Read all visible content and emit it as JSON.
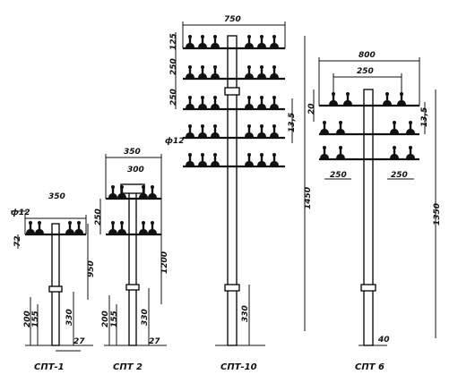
{
  "poles": [
    {
      "caption": "СПТ-1",
      "dims": {
        "width": "350",
        "bolt": "ф12",
        "gap": "72",
        "height": "950",
        "base": "200",
        "base2": "155",
        "low": "330",
        "foot": "27"
      }
    },
    {
      "caption": "СПТ 2",
      "dims": {
        "width": "350",
        "box": "300",
        "spacing": "250",
        "height": "1200",
        "base": "200",
        "base2": "155",
        "low": "330",
        "foot": "27"
      }
    },
    {
      "caption": "СПТ-10",
      "dims": {
        "width": "750",
        "top": "125",
        "spacing": "250",
        "spacing2": "250",
        "bolt": "ф12",
        "side": "13,5",
        "height": "1450",
        "low": "330"
      }
    },
    {
      "caption": "СПТ 6",
      "dims": {
        "width": "800",
        "inner": "250",
        "gap": "20",
        "side": "13,5",
        "left": "250",
        "right": "250",
        "height": "1350",
        "foot": "40"
      }
    }
  ]
}
